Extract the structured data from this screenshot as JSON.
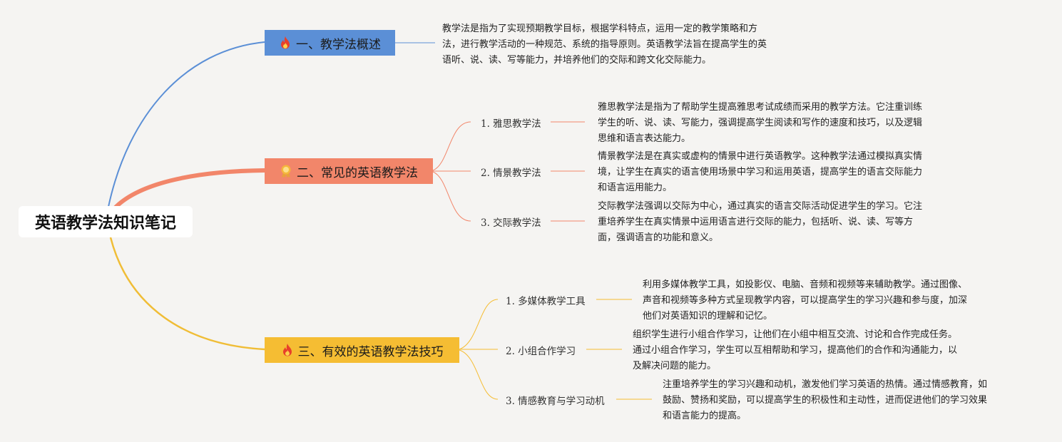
{
  "root": {
    "title": "英语教学法知识笔记"
  },
  "colors": {
    "blue": "#5b8fd6",
    "orange": "#f2866a",
    "yellow": "#f5bd33"
  },
  "topics": [
    {
      "label": "一、教学法概述",
      "icon": "fire-icon",
      "desc": [
        "教学法是指为了实现预期教学目标，根据学科特点，运用一定的教学策略和方",
        "法，进行教学活动的一种规范、系统的指导原则。英语教学法旨在提高学生的英",
        "语听、说、读、写等能力，并培养他们的交际和跨文化交际能力。"
      ]
    },
    {
      "label": "二、常见的英语教学法",
      "icon": "award-icon",
      "children": [
        {
          "label": "1. 雅思教学法",
          "desc": [
            "雅思教学法是指为了帮助学生提高雅思考试成绩而采用的教学方法。它注重训练",
            "学生的听、说、读、写能力，强调提高学生阅读和写作的速度和技巧，以及逻辑",
            "思维和语言表达能力。"
          ]
        },
        {
          "label": "2. 情景教学法",
          "desc": [
            "情景教学法是在真实或虚构的情景中进行英语教学。这种教学法通过模拟真实情",
            "境，让学生在真实的语言使用场景中学习和运用英语，提高学生的语言交际能力",
            "和语言运用能力。"
          ]
        },
        {
          "label": "3. 交际教学法",
          "desc": [
            "交际教学法强调以交际为中心，通过真实的语言交际活动促进学生的学习。它注",
            "重培养学生在真实情景中运用语言进行交际的能力，包括听、说、读、写等方",
            "面，强调语言的功能和意义。"
          ]
        }
      ]
    },
    {
      "label": "三、有效的英语教学法技巧",
      "icon": "fire-icon",
      "children": [
        {
          "label": "1. 多媒体教学工具",
          "desc": [
            "利用多媒体教学工具，如投影仪、电脑、音频和视频等来辅助教学。通过图像、",
            "声音和视频等多种方式呈现教学内容，可以提高学生的学习兴趣和参与度，加深",
            "他们对英语知识的理解和记忆。"
          ]
        },
        {
          "label": "2. 小组合作学习",
          "desc": [
            "组织学生进行小组合作学习，让他们在小组中相互交流、讨论和合作完成任务。",
            "通过小组合作学习，学生可以互相帮助和学习，提高他们的合作和沟通能力，以",
            "及解决问题的能力。"
          ]
        },
        {
          "label": "3. 情感教育与学习动机",
          "desc": [
            "注重培养学生的学习兴趣和动机，激发他们学习英语的热情。通过情感教育，如",
            "鼓励、赞扬和奖励，可以提高学生的积极性和主动性，进而促进他们的学习效果",
            "和语言能力的提高。"
          ]
        }
      ]
    }
  ]
}
